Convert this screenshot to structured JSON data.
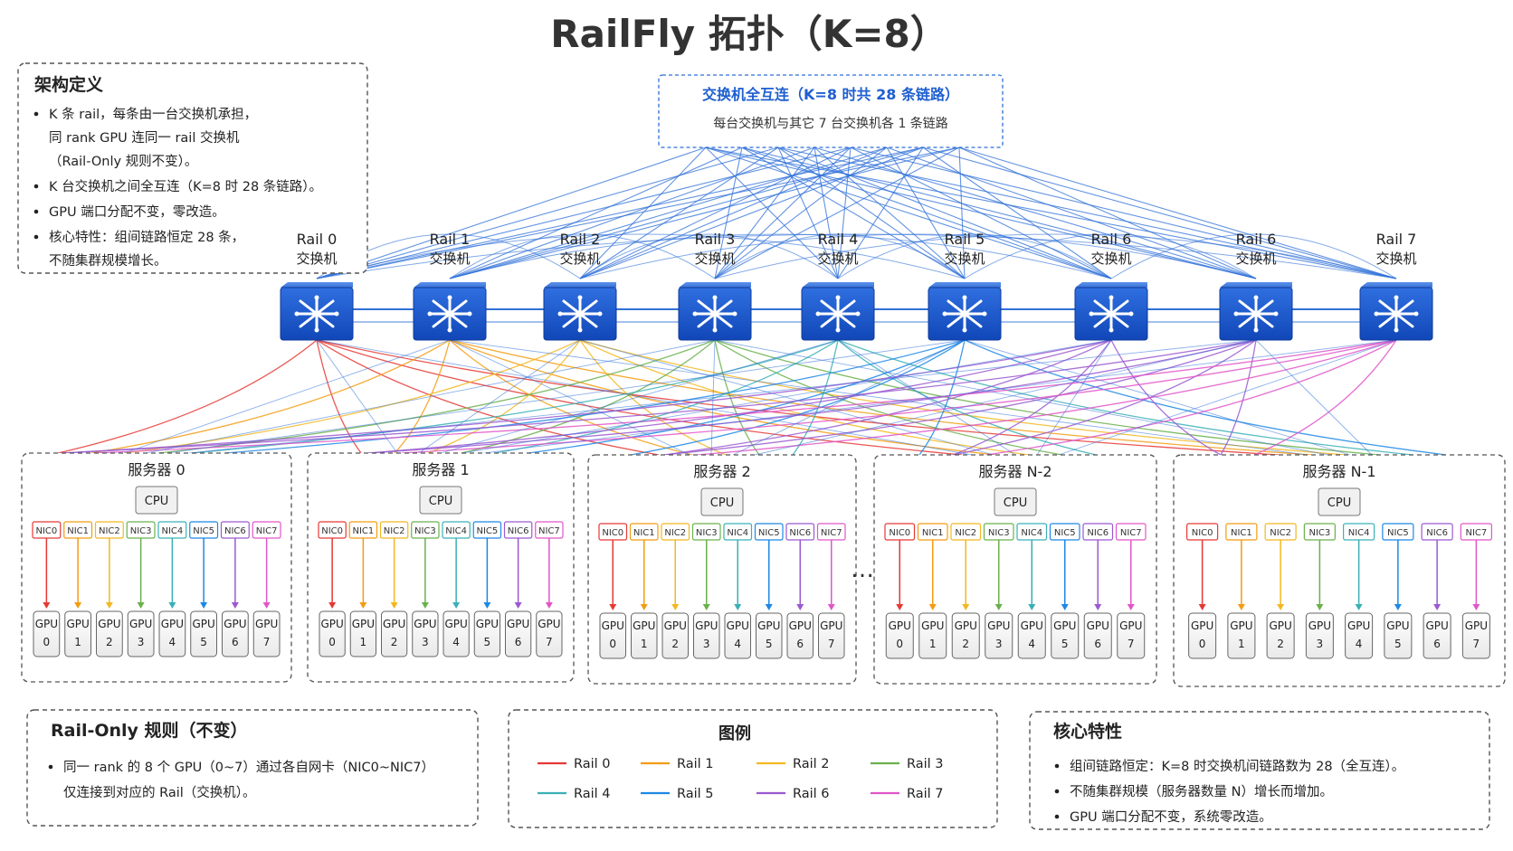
{
  "title": "RailFly 拓扑（K=8）",
  "arch_box": {
    "heading": "架构定义",
    "bullets": [
      [
        "K 条 rail，每条由一台交换机承担，",
        "同 rank GPU 连同一 rail 交换机",
        "（Rail-Only 规则不变）。"
      ],
      [
        "K 台交换机之间全互连（K=8 时 28 条链路）。"
      ],
      [
        "GPU 端口分配不变，零改造。"
      ],
      [
        "核心特性：组间链路恒定 28 条，",
        "不随集群规模增长。"
      ]
    ]
  },
  "mesh_box": {
    "title": "交换机全互连（K=8 时共 28 条链路）",
    "subtitle": "每台交换机与其它 7 台交换机各 1 条链路"
  },
  "switches": [
    {
      "line1": "Rail 0",
      "line2": "交换机"
    },
    {
      "line1": "Rail 1",
      "line2": "交换机"
    },
    {
      "line1": "Rail 2",
      "line2": "交换机"
    },
    {
      "line1": "Rail 3",
      "line2": "交换机"
    },
    {
      "line1": "Rail 4",
      "line2": "交换机"
    },
    {
      "line1": "Rail 5",
      "line2": "交换机"
    },
    {
      "line1": "Rail 6",
      "line2": "交换机"
    },
    {
      "line1": "Rail 6",
      "line2": "交换机"
    },
    {
      "line1": "Rail 7",
      "line2": "交换机"
    }
  ],
  "servers": [
    {
      "title": "服务器 0"
    },
    {
      "title": "服务器 1"
    },
    {
      "title": "服务器 2"
    },
    {
      "title": "服务器 N-2"
    },
    {
      "title": "服务器 N-1"
    }
  ],
  "cpu_label": "CPU",
  "nic_labels": [
    "NIC0",
    "NIC1",
    "NIC2",
    "NIC3",
    "NIC4",
    "NIC5",
    "NIC6",
    "NIC7"
  ],
  "gpu_label": "GPU",
  "gpu_indices": [
    "0",
    "1",
    "2",
    "3",
    "4",
    "5",
    "6",
    "7"
  ],
  "ellipsis": "…",
  "rail_colors": [
    "#e53935",
    "#f39c12",
    "#f2b822",
    "#6ab04c",
    "#3ab0b6",
    "#1e88e5",
    "#9b59d0",
    "#e056c8"
  ],
  "mesh_color": "#2e6fd8",
  "rule_box": {
    "heading": "Rail-Only 规则（不变）",
    "bullets": [
      [
        "同一 rank 的 8 个 GPU（0~7）通过各自网卡（NIC0~NIC7）",
        "仅连接到对应的 Rail（交换机）。"
      ]
    ]
  },
  "legend": {
    "heading": "图例",
    "items": [
      "Rail 0",
      "Rail 1",
      "Rail 2",
      "Rail 3",
      "Rail 4",
      "Rail 5",
      "Rail 6",
      "Rail 7"
    ]
  },
  "core_box": {
    "heading": "核心特性",
    "bullets": [
      [
        "组间链路恒定：K=8 时交换机间链路数为 28（全互连）。"
      ],
      [
        "不随集群规模（服务器数量 N）增长而增加。"
      ],
      [
        "GPU 端口分配不变，系统零改造。"
      ]
    ]
  }
}
